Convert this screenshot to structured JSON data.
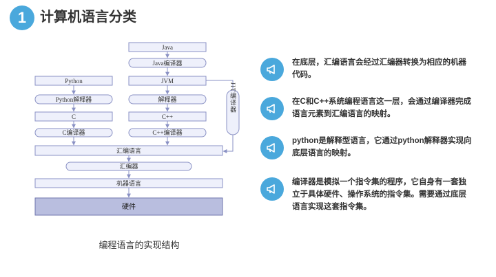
{
  "header": {
    "number": "1",
    "title": "计算机语言分类"
  },
  "diagram": {
    "java": "Java",
    "java_compiler": "Java编译器",
    "jvm": "JVM",
    "interpreter": "解释器",
    "cpp": "C++",
    "cpp_compiler": "C++编译器",
    "python": "Python",
    "python_interpreter": "Python解释器",
    "c": "C",
    "c_compiler": "C编译器",
    "jit": "JIT编译器",
    "assembly": "汇编语言",
    "assembler": "汇编器",
    "machine": "机器语言",
    "hardware": "硬件",
    "caption": "编程语言的实现结构"
  },
  "notes": [
    {
      "icon": "megaphone-icon",
      "text": "在底层，汇编语言会经过汇编器转换为相应的机器代码。"
    },
    {
      "icon": "megaphone-icon",
      "text": "在C和C++系统编程语言这一层，会通过编译器完成语言元素到汇编语言的映射。"
    },
    {
      "icon": "megaphone-icon",
      "text": "python是解释型语言，它通过python解释器实现向底层语言的映射。"
    },
    {
      "icon": "megaphone-icon",
      "text": "编译器是模拟一个指令集的程序，它自身有一套独立于具体硬件、操作系统的指令集。需要通过底层语言实现这套指令集。"
    }
  ],
  "colors": {
    "accent": "#4aa8dc",
    "box_fill": "#eef0fb",
    "box_stroke": "#8a91c4",
    "hardware_fill": "#b9bedf"
  }
}
